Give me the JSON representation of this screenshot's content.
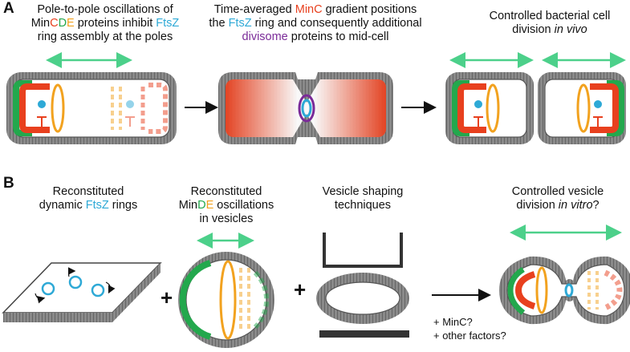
{
  "colors": {
    "minc": "#e8401e",
    "mind": "#23a84d",
    "mine": "#f2a21f",
    "ftsz": "#2ea9d6",
    "divisome": "#7a2a98",
    "membrane": "#6b6b6b",
    "arrow": "#4cd08a"
  },
  "panelA": {
    "label": "A",
    "cap1": {
      "l1a": "Pole-to-pole oscillations of",
      "l2a": "Min",
      "l2c": "C",
      "l2d": "D",
      "l2e": "E",
      "l2b": " proteins inhibit ",
      "l2f": "FtsZ",
      "l3": "ring assembly at the poles"
    },
    "cap2": {
      "l1a": "Time-averaged ",
      "l1b": "MinC",
      "l1c": " gradient positions",
      "l2a": "the ",
      "l2b": "FtsZ",
      "l2c": " ring and consequently additional",
      "l3a": "divisome",
      "l3b": " proteins to mid-cell"
    },
    "cap3": {
      "l1": "Controlled bacterial cell",
      "l2a": "division ",
      "l2b": "in vivo"
    }
  },
  "panelB": {
    "label": "B",
    "cap1": {
      "l1": "Reconstituted",
      "l2a": "dynamic ",
      "l2b": "FtsZ",
      "l2c": " rings"
    },
    "cap2": {
      "l1": "Reconstituted",
      "l2a": "Min",
      "l2b": "D",
      "l2c": "E",
      "l2d": " oscillations",
      "l3": "in vesicles"
    },
    "cap3": {
      "l1": "Vesicle shaping",
      "l2": "techniques"
    },
    "cap4": {
      "l1": "Controlled vesicle",
      "l2a": "division ",
      "l2b": "in vitro",
      "l2c": "?"
    },
    "plus1": "+",
    "plus2": "+",
    "note1": "+ MinC?",
    "note2": "+ other factors?"
  }
}
